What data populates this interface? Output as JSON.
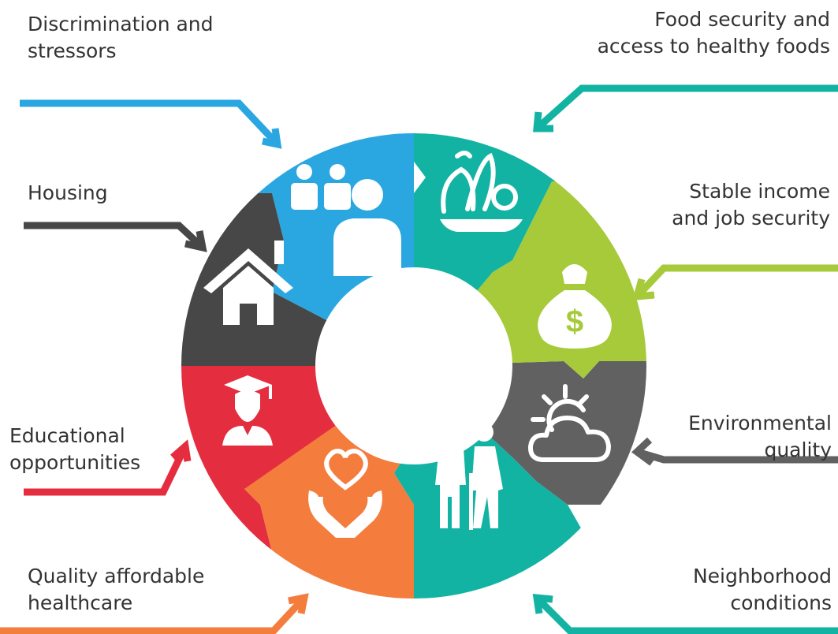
{
  "diagram": {
    "segments": [
      {
        "id": "discrimination",
        "lines": [
          "Discrimination and",
          "stressors"
        ],
        "color": "#2AA7E0",
        "icon": "people-icon"
      },
      {
        "id": "food",
        "lines": [
          "Food security and",
          "access to healthy foods"
        ],
        "color": "#12B3A3",
        "icon": "food-bowl-icon"
      },
      {
        "id": "income",
        "lines": [
          "Stable income",
          "and job security"
        ],
        "color": "#A6CA3A",
        "icon": "money-bag-icon"
      },
      {
        "id": "environment",
        "lines": [
          "Environmental",
          "quality"
        ],
        "color": "#616161",
        "icon": "sun-cloud-icon"
      },
      {
        "id": "neighborhood",
        "lines": [
          "Neighborhood",
          "conditions"
        ],
        "color": "#12B3A3",
        "icon": "elderly-couple-icon"
      },
      {
        "id": "healthcare",
        "lines": [
          "Quality affordable",
          "healthcare"
        ],
        "color": "#F47C3C",
        "icon": "heart-hands-icon"
      },
      {
        "id": "education",
        "lines": [
          "Educational",
          "opportunities"
        ],
        "color": "#E42D3F",
        "icon": "graduate-icon"
      },
      {
        "id": "housing",
        "lines": [
          "Housing"
        ],
        "color": "#474747",
        "icon": "house-icon"
      }
    ],
    "money_symbol": "$"
  }
}
